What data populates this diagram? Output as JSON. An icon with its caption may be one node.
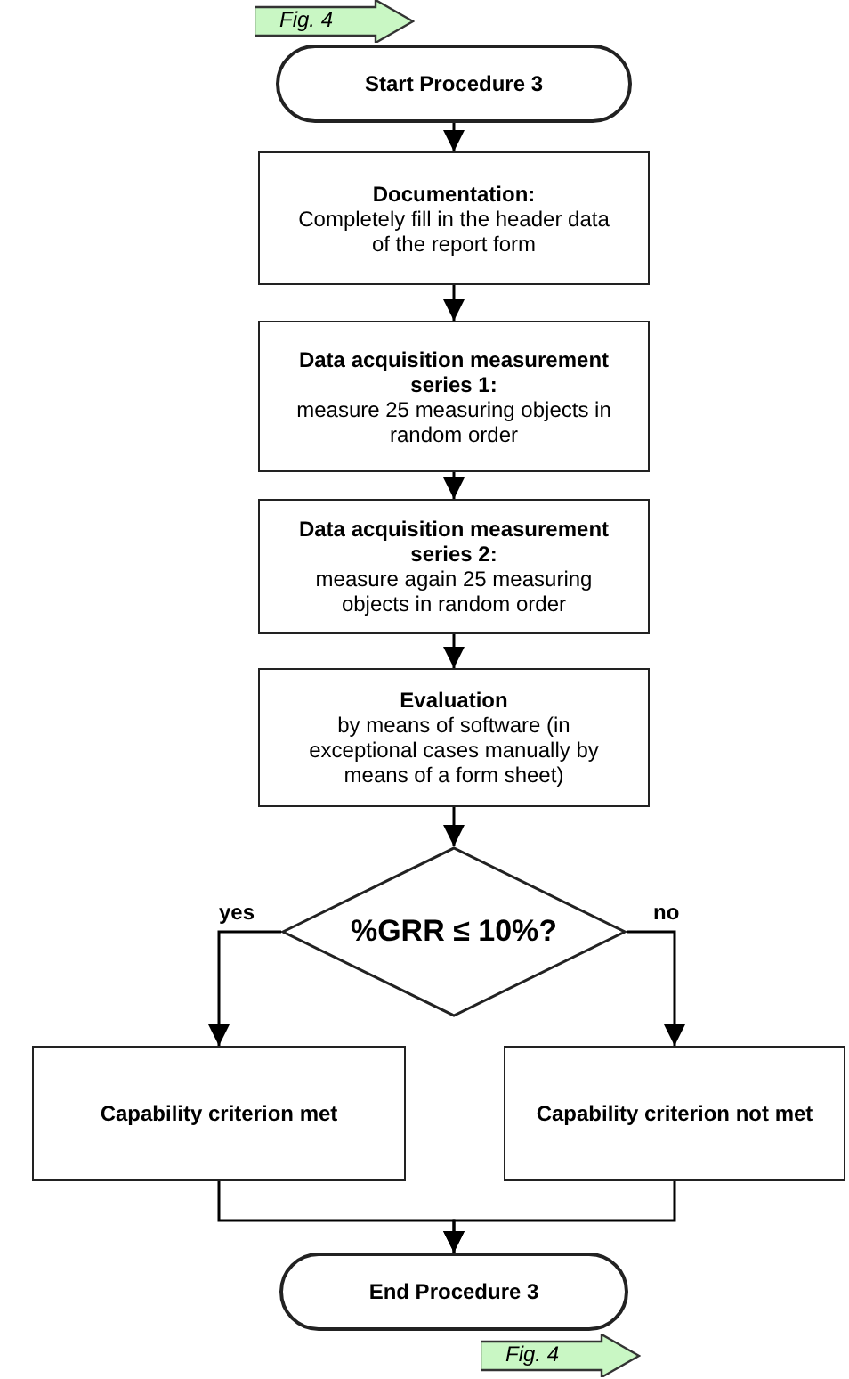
{
  "diagram": {
    "nodes": [
      {
        "text": [
          "Fig. 4"
        ]
      },
      {
        "text": [
          "Start Procedure 3"
        ]
      },
      {
        "text": [
          "Documentation:",
          "Completely fill in the header data of the report form"
        ]
      },
      {
        "text": [
          "Data acquisition measurement series 1:",
          "measure 25 measuring objects in random order"
        ]
      },
      {
        "text": [
          "Data acquisition measurement series 2:",
          "measure again 25 measuring objects in random order"
        ]
      },
      {
        "text": [
          "Evaluation",
          "by means of software (in exceptional cases manually by means of a form sheet)"
        ]
      },
      {
        "text": [
          "%GRR ≤ 10%?"
        ]
      },
      {
        "text": [
          "Capability criterion met"
        ]
      },
      {
        "text": [
          "Capability criterion not met"
        ]
      },
      {
        "text": [
          "End Procedure 3"
        ]
      },
      {
        "text": [
          "Fig. 4"
        ]
      }
    ],
    "edges": [
      {
        "from": 1,
        "to": 2,
        "arrow": "to"
      },
      {
        "from": 2,
        "to": 3,
        "arrow": "to"
      },
      {
        "from": 3,
        "to": 4,
        "arrow": "to"
      },
      {
        "from": 4,
        "to": 5,
        "arrow": "to"
      },
      {
        "from": 5,
        "to": 6,
        "arrow": "to"
      },
      {
        "from": 6,
        "to": 7,
        "label": "yes",
        "arrow": "to"
      },
      {
        "from": 6,
        "to": 8,
        "label": "no",
        "arrow": "to"
      },
      {
        "from": 7,
        "to": 9,
        "arrow": "to"
      },
      {
        "from": 8,
        "to": 9,
        "arrow": "to"
      }
    ]
  }
}
